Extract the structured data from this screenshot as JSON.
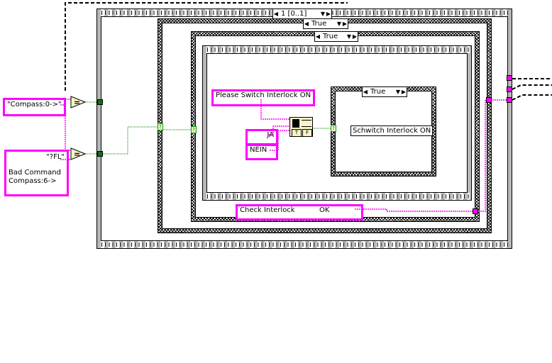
{
  "sequence": {
    "selector_label": "1 [0..1]"
  },
  "case_outer": {
    "selector_label": "True"
  },
  "case_middle": {
    "selector_label": "True"
  },
  "case_inner": {
    "selector_label": "True",
    "label": "Schwitch Interlock ON"
  },
  "constants": {
    "compass0": "\"Compass:0->\"",
    "fl_line1": "\"?FL\"",
    "fl_line2": "Bad Command",
    "fl_line3": "Compass:6->",
    "please_switch": "Please Switch Interlock ON",
    "ja": "JA",
    "nein": "NEIN",
    "check_interlock": "Check Interlock",
    "check_ok": "OK"
  },
  "nodes": {
    "equal_symbol": "=",
    "dialog_true": "T",
    "dialog_false": "F",
    "selector_symbol": "?"
  },
  "colors": {
    "string_wire": "#ff00ff",
    "bool_wire": "#008000"
  }
}
